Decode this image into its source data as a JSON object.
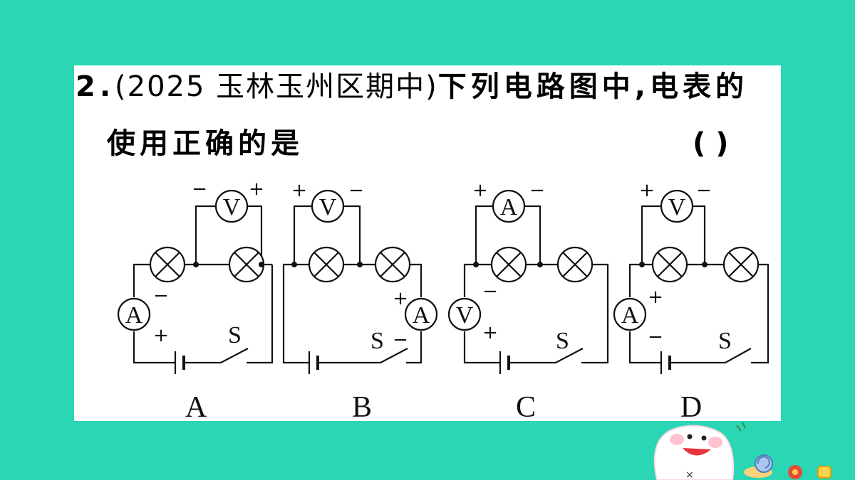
{
  "question": {
    "number": "2.",
    "source": "(2025 玉林玉州区期中)",
    "stem_part1": "下列电路图中,电表的",
    "stem_part2": "使用正确的是",
    "answer_bracket": "(    )"
  },
  "diagram": {
    "circuits": [
      {
        "option": "A",
        "voltmeter": {
          "letter": "V",
          "left_sign": "−",
          "right_sign": "+"
        },
        "ammeter": {
          "letter": "A",
          "top_sign": "−",
          "bottom_sign": "+"
        },
        "switch_label": "S"
      },
      {
        "option": "B",
        "voltmeter": {
          "letter": "V",
          "left_sign": "+",
          "right_sign": "−"
        },
        "ammeter": {
          "letter": "A",
          "top_sign": "+",
          "bottom_sign": "−"
        },
        "switch_label": "S"
      },
      {
        "option": "C",
        "top_meter": {
          "letter": "A",
          "left_sign": "+",
          "right_sign": "−"
        },
        "side_meter": {
          "letter": "V",
          "top_sign": "−",
          "bottom_sign": "+"
        },
        "switch_label": "S"
      },
      {
        "option": "D",
        "voltmeter": {
          "letter": "V",
          "left_sign": "+",
          "right_sign": "−"
        },
        "ammeter": {
          "letter": "A",
          "top_sign": "+",
          "bottom_sign": "−"
        },
        "switch_label": "S"
      }
    ]
  },
  "colors": {
    "background": "#2bd6b4",
    "card": "#ffffff",
    "ink": "#111111"
  },
  "decoration": {
    "icon": "cartoon-tooth-mascot-icon"
  }
}
